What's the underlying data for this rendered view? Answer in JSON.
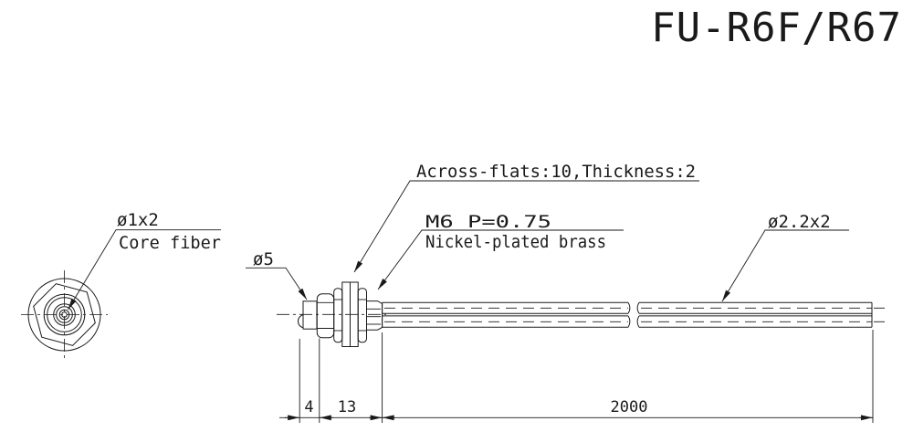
{
  "drawing": {
    "title": "FU-R6F/R67",
    "front_view": {
      "label": "ø1x2",
      "caption": "Core fiber"
    },
    "callouts": {
      "across_flats": "Across-flats:10,Thickness:2",
      "thread_spec": "M6 P=0.75",
      "material": "Nickel-plated brass",
      "tip_diameter": "ø5",
      "cable_diameter": "ø2.2x2"
    },
    "dimensions": {
      "tip_length": "4",
      "thread_length": "13",
      "cable_length": "2000"
    },
    "colors": {
      "line": "#1a1a1a",
      "background": "#ffffff"
    }
  }
}
